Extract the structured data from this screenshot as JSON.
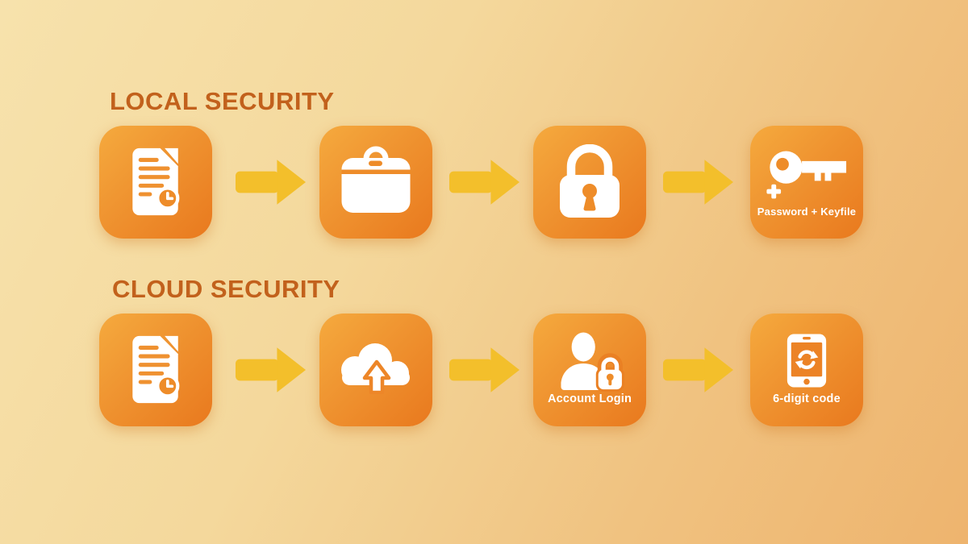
{
  "rows": [
    {
      "title": "LOCAL SECURITY",
      "steps": [
        {
          "icon": "document-history-icon"
        },
        {
          "icon": "storage-box-icon"
        },
        {
          "icon": "padlock-icon"
        },
        {
          "icon": "key-plus-icon",
          "label": "Password + Keyfile"
        }
      ]
    },
    {
      "title": "CLOUD SECURITY",
      "steps": [
        {
          "icon": "document-history-icon"
        },
        {
          "icon": "cloud-upload-icon"
        },
        {
          "icon": "user-lock-icon",
          "label": "Account Login"
        },
        {
          "icon": "phone-sync-icon",
          "label": "6-digit code"
        }
      ]
    }
  ],
  "colors": {
    "background_start": "#F7E2AC",
    "background_end": "#EEB56E",
    "tile_gradient_start": "#F5AA3E",
    "tile_gradient_end": "#E9791E",
    "arrow": "#F3BF2B",
    "title_text": "#C2611C",
    "icon_detail_orange": "#EE8C29",
    "icon_foreground": "#FFFFFF"
  }
}
